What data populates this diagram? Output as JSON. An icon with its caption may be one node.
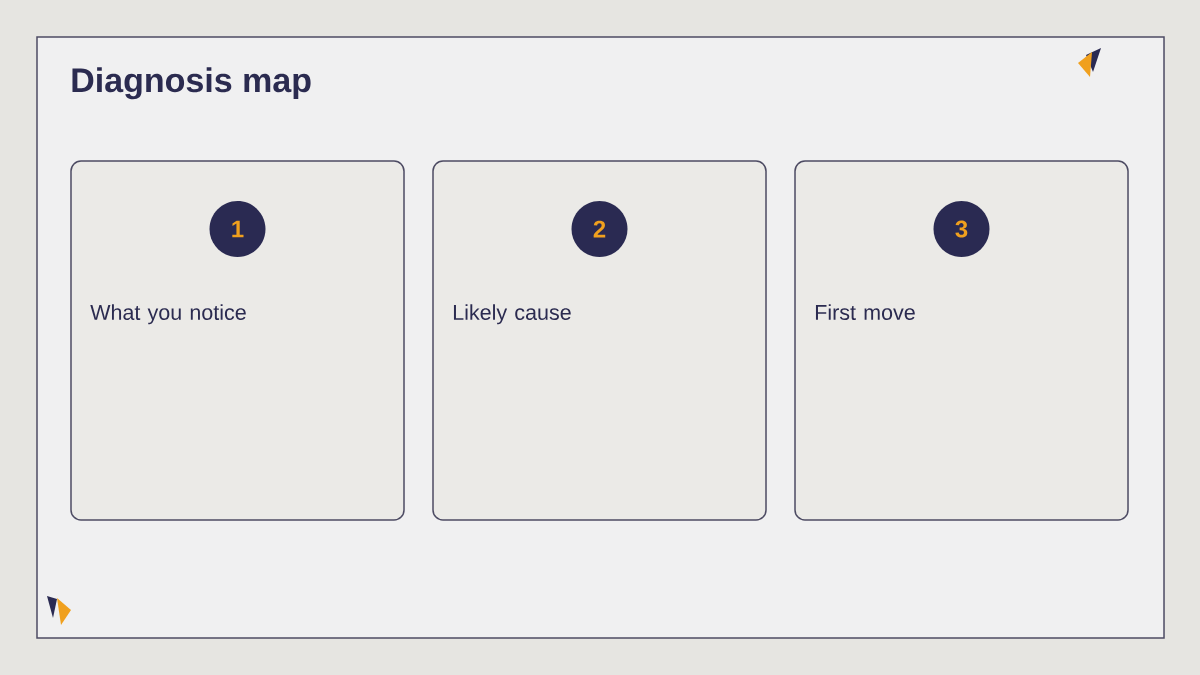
{
  "diagram": {
    "title": "Diagnosis map",
    "nodes": [
      {
        "text": [
          "What you notice"
        ]
      },
      {
        "text": [
          "1"
        ],
        "in": 0
      },
      {
        "text": [
          "Likely cause"
        ]
      },
      {
        "text": [
          "2"
        ],
        "in": 2
      },
      {
        "text": [
          "First move"
        ]
      },
      {
        "text": [
          "3"
        ],
        "in": 4
      }
    ]
  }
}
